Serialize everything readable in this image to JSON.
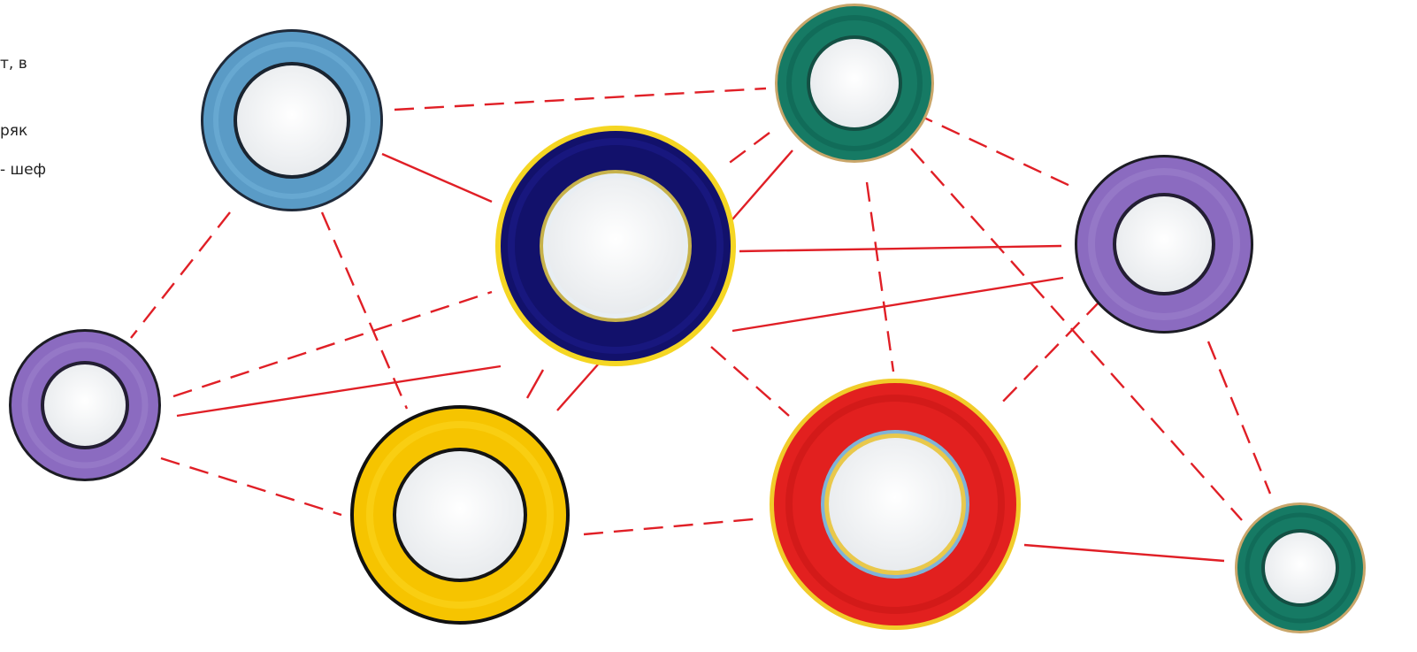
{
  "caption": {
    "line1": "т, в",
    "line2": "ряк",
    "line3": "- шеф"
  },
  "colors": {
    "connector": "#e01f26",
    "plate_center": "#f2f4f6",
    "plate_light_blue": "#5a9bc6",
    "plate_navy": "#12116b",
    "plate_navy_trim": "#f5d623",
    "plate_teal": "#167a64",
    "plate_purple": "#8b6bc0",
    "plate_yellow": "#f6c400",
    "plate_red": "#e2201f"
  },
  "plates": [
    {
      "name": "light-blue-plate",
      "color": "plate_light_blue"
    },
    {
      "name": "navy-plate",
      "color": "plate_navy"
    },
    {
      "name": "teal-plate-top",
      "color": "plate_teal"
    },
    {
      "name": "purple-plate-right",
      "color": "plate_purple"
    },
    {
      "name": "purple-plate-left",
      "color": "plate_purple"
    },
    {
      "name": "yellow-plate",
      "color": "plate_yellow"
    },
    {
      "name": "red-plate",
      "color": "plate_red"
    },
    {
      "name": "teal-plate-bottom",
      "color": "plate_teal"
    }
  ]
}
